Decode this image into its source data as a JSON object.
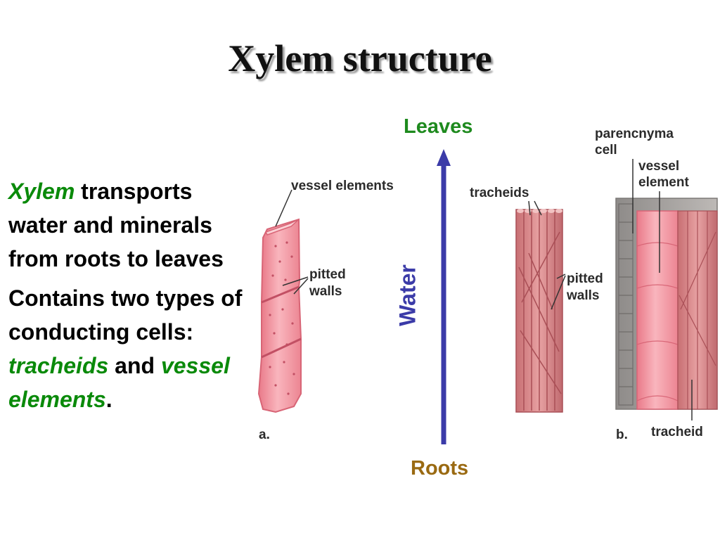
{
  "title": "Xylem structure",
  "text": {
    "para1_term": "Xylem",
    "para1_rest": "transports water and minerals from roots to leaves",
    "para2_lead": "Contains two types of conducting cells:",
    "para2_term1": "tracheids",
    "para2_and": "and",
    "para2_term2": "vessel elements",
    "para2_end": "."
  },
  "axis": {
    "top_label": "Leaves",
    "bottom_label": "Roots",
    "arrow_label": "Water"
  },
  "figure_a": {
    "vessel_label": "vessel elements",
    "pits_label_line1": "pitted",
    "pits_label_line2": "walls",
    "panel_letter": "a."
  },
  "figure_tracheids": {
    "tracheids_label": "tracheids",
    "pits_label_line1": "pitted",
    "pits_label_line2": "walls"
  },
  "figure_b": {
    "parenchyma_line1": "parencnyma",
    "parenchyma_line2": "cell",
    "vessel_line1": "vessel",
    "vessel_line2": "element",
    "tracheid_label": "tracheid",
    "panel_letter": "b."
  },
  "colors": {
    "vessel_fill": "#f39aa4",
    "vessel_stroke": "#d86576",
    "tracheid_fill": "#dc8c8e",
    "tracheid_stroke": "#a94f56",
    "tissue_gray": "#a3a09e",
    "arrow_color": "#3b3ba8",
    "leaves_color": "#1e8a1e",
    "roots_color": "#9a6a12",
    "term_color": "#0a8a0a"
  }
}
